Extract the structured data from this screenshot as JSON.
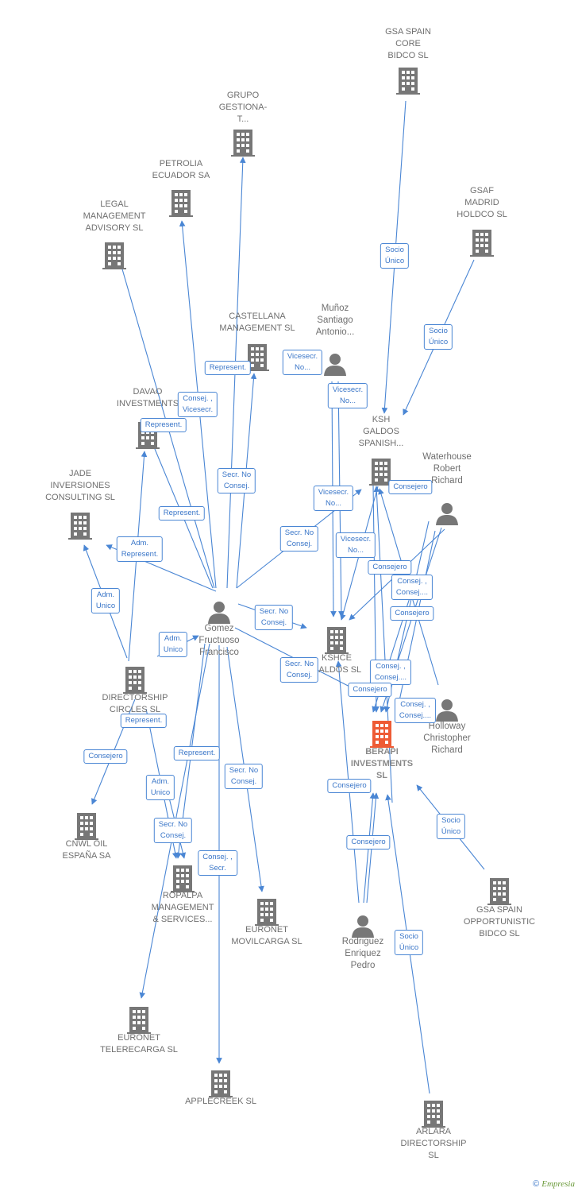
{
  "colors": {
    "line": "#4a86d4",
    "building": "#777777",
    "main_building": "#ee5b35",
    "person": "#777777"
  },
  "nodes": [
    {
      "id": "gsa_spain_core",
      "kind": "company",
      "label": "GSA SPAIN\nCORE\nBIDCO  SL"
    },
    {
      "id": "grupo",
      "kind": "company",
      "label": "GRUPO\nGESTIONA-\nT..."
    },
    {
      "id": "petrolia",
      "kind": "company",
      "label": "PETROLIA\nECUADOR SA"
    },
    {
      "id": "legal",
      "kind": "company",
      "label": "LEGAL\nMANAGEMENT\nADVISORY  SL"
    },
    {
      "id": "gsaf",
      "kind": "company",
      "label": "GSAF\nMADRID\nHOLDCO  SL"
    },
    {
      "id": "castellana",
      "kind": "company",
      "label": "CASTELLANA\nMANAGEMENT SL"
    },
    {
      "id": "munoz",
      "kind": "person",
      "label": "Muñoz\nSantiago\nAntonio..."
    },
    {
      "id": "davao",
      "kind": "company",
      "label": "DAVAO\nINVESTMENTS"
    },
    {
      "id": "ksh",
      "kind": "company",
      "label": "KSH\nGALDOS\nSPANISH..."
    },
    {
      "id": "waterhouse",
      "kind": "person",
      "label": "Waterhouse\nRobert\nRichard"
    },
    {
      "id": "jade",
      "kind": "company",
      "label": "JADE\nINVERSIONES\nCONSULTING SL"
    },
    {
      "id": "gomez",
      "kind": "person",
      "label": "Gomez\nFructuoso\nFrancisco"
    },
    {
      "id": "kshce",
      "kind": "company",
      "label": "KSHCE\nGALDOS  SL"
    },
    {
      "id": "directorship",
      "kind": "company",
      "label": "DIRECTORSHIP\nCIRCLES SL"
    },
    {
      "id": "holloway",
      "kind": "person",
      "label": "Holloway\nChristopher\nRichard"
    },
    {
      "id": "berapi",
      "kind": "main",
      "label": "BERAPI\nINVESTMENTS\nSL"
    },
    {
      "id": "cnwl",
      "kind": "company",
      "label": "CNWL OIL\nESPAÑA SA"
    },
    {
      "id": "ropalpa",
      "kind": "company",
      "label": "ROPALPA\nMANAGEMENT\n& SERVICES..."
    },
    {
      "id": "movilcarga",
      "kind": "company",
      "label": "EURONET\nMOVILCARGA SL"
    },
    {
      "id": "gsa_opp",
      "kind": "company",
      "label": "GSA SPAIN\nOPPORTUNISTIC\nBIDCO  SL"
    },
    {
      "id": "rodriguez",
      "kind": "person",
      "label": "Rodriguez\nEnriquez\nPedro"
    },
    {
      "id": "telerecarga",
      "kind": "company",
      "label": "EURONET\nTELERECARGA SL"
    },
    {
      "id": "applecreek",
      "kind": "company",
      "label": "APPLECREEK SL"
    },
    {
      "id": "arlara",
      "kind": "company",
      "label": "ARLARA\nDIRECTORSHIP\nSL"
    }
  ],
  "relations": [
    "Socio\nÚnico",
    "Socio\nÚnico",
    "Represent.",
    "Vicesecr.\nNo...",
    "Consej. ,\nVicesecr.",
    "Vicesecr.\nNo...",
    "Represent.",
    "Secr.  No\nConsej.",
    "Consejero",
    "Vicesecr.\nNo...",
    "Represent.",
    "Secr.  No\nConsej.",
    "Vicesecr.\nNo...",
    "Adm.\nRepresent.",
    "Consejero",
    "Consej. ,\nConsej....",
    "Adm.\nUnico",
    "Secr.  No\nConsej.",
    "Consejero",
    "Adm.\nUnico",
    "Secr.  No\nConsej.",
    "Consej. ,\nConsej....",
    "Consejero",
    "Consej. ,\nConsej....",
    "Represent.",
    "Consejero",
    "Represent.",
    "Secr.  No\nConsej.",
    "Adm.\nUnico",
    "Consejero",
    "Socio\nÚnico",
    "Secr.  No\nConsej.",
    "Consejero",
    "Consej. ,\nSecr.",
    "Socio\nÚnico"
  ],
  "footer": {
    "copyright": "©",
    "brand": "Empresia"
  }
}
